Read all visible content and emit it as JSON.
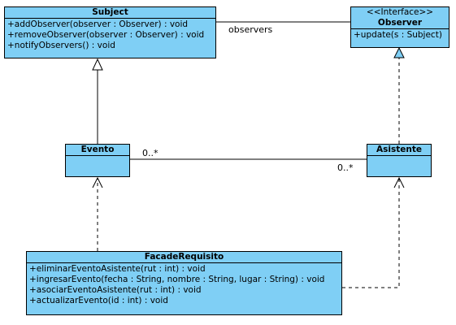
{
  "classes": {
    "subject": {
      "name": "Subject",
      "operations": [
        "+addObserver(observer : Observer) : void",
        "+removeObserver(observer : Observer) : void",
        "+notifyObservers() : void"
      ]
    },
    "observer": {
      "stereotype": "<<Interface>>",
      "name": "Observer",
      "operations": [
        "+update(s : Subject)"
      ]
    },
    "evento": {
      "name": "Evento"
    },
    "asistente": {
      "name": "Asistente"
    },
    "facade": {
      "name": "FacadeRequisito",
      "operations": [
        "+eliminarEventoAsistente(rut : int) : void",
        "+ingresarEvento(fecha : String, nombre : String, lugar : String) : void",
        "+asociarEventoAsistente(rut : int) : void",
        "+actualizarEvento(id : int) : void"
      ]
    }
  },
  "associations": {
    "subject_observer": {
      "label": "observers"
    },
    "evento_asistente": {
      "source_multiplicity": "0..*",
      "target_multiplicity": "0..*"
    }
  },
  "colors": {
    "class_fill": "#7fcff5",
    "line": "#000000"
  }
}
